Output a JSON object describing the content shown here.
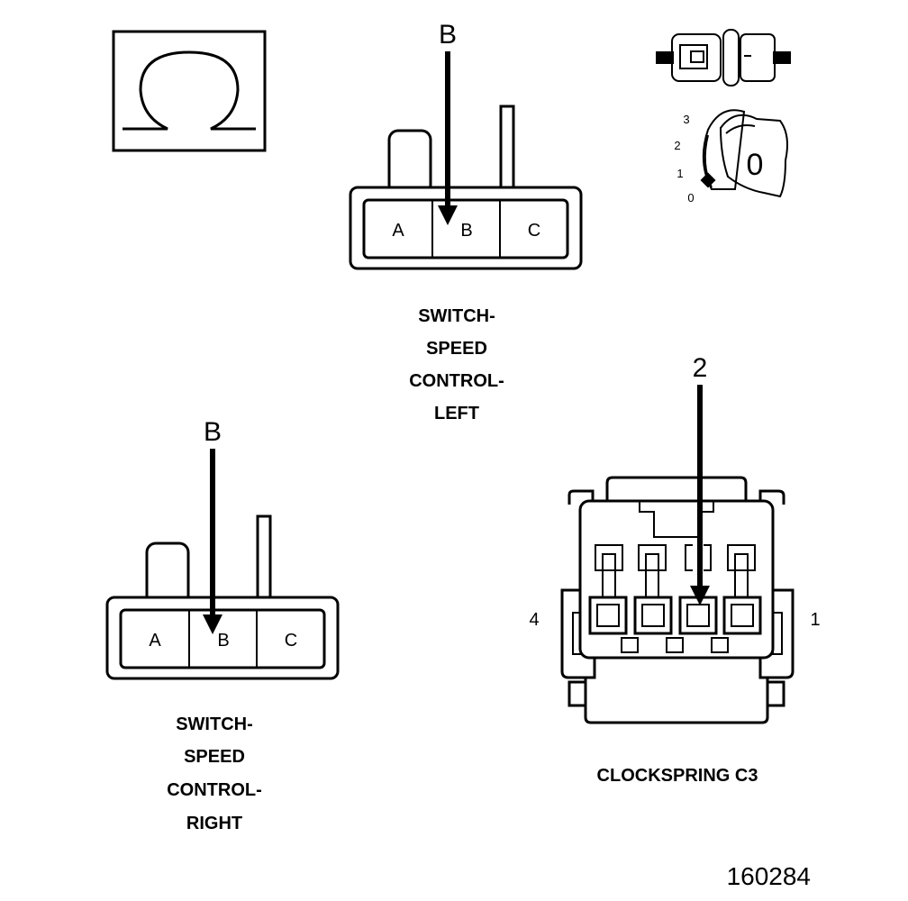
{
  "symbols": {
    "key_position_digit": "0",
    "key_scale": [
      "3",
      "2",
      "1",
      "0"
    ]
  },
  "left_switch": {
    "callout": "B",
    "pins": [
      "A",
      "B",
      "C"
    ],
    "title": [
      "SWITCH-",
      "SPEED",
      "CONTROL-",
      "LEFT"
    ]
  },
  "right_switch": {
    "callout": "B",
    "pins": [
      "A",
      "B",
      "C"
    ],
    "title": [
      "SWITCH-",
      "SPEED",
      "CONTROL-",
      "RIGHT"
    ]
  },
  "clockspring": {
    "callout": "2",
    "end_label_left": "4",
    "end_label_right": "1",
    "title": "CLOCKSPRING C3"
  },
  "figure_number": "160284"
}
